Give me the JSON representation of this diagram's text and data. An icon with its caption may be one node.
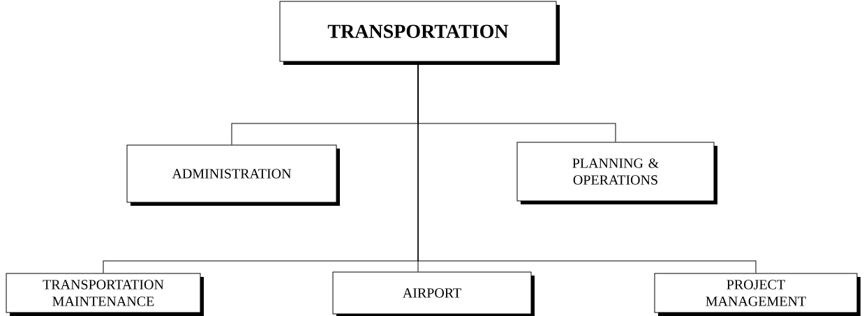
{
  "diagram": {
    "nodes": [
      {
        "text": [
          "TRANSPORTATION"
        ]
      },
      {
        "text": [
          "ADMINISTRATION"
        ]
      },
      {
        "text": [
          "PLANNING & OPERATIONS"
        ]
      },
      {
        "text": [
          "TRANSPORTATION MAINTENANCE"
        ]
      },
      {
        "text": [
          "AIRPORT"
        ]
      },
      {
        "text": [
          "PROJECT MANAGEMENT"
        ]
      }
    ],
    "edges": [
      {
        "from": 0,
        "to": 1,
        "arrow": "none"
      },
      {
        "from": 0,
        "to": 2,
        "arrow": "none"
      },
      {
        "from": 0,
        "to": 3,
        "arrow": "none"
      },
      {
        "from": 0,
        "to": 4,
        "arrow": "none"
      },
      {
        "from": 0,
        "to": 5,
        "arrow": "none"
      }
    ]
  }
}
